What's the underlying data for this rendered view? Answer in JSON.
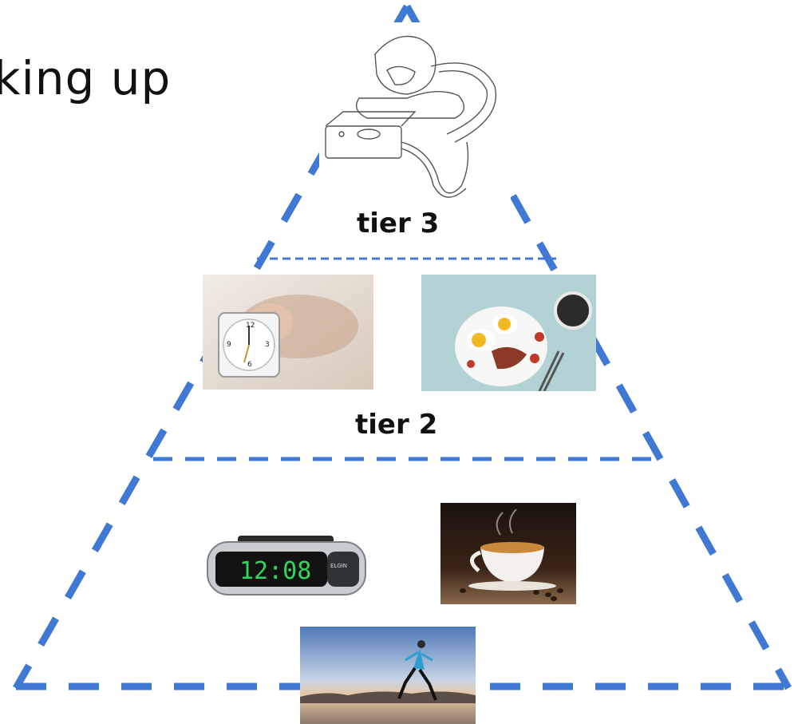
{
  "title": "king up",
  "tiers": {
    "tier3_label": "tier 3",
    "tier2_label": "tier 2"
  },
  "images": {
    "cpap": {
      "icon": "cpap-machine-icon"
    },
    "snooze": {
      "icon": "analog-alarm-clock-icon"
    },
    "breakfast": {
      "icon": "breakfast-plate-icon"
    },
    "digital_clock": {
      "icon": "digital-clock-icon",
      "time": "12:08",
      "brand": "ELGIN"
    },
    "coffee": {
      "icon": "coffee-cup-icon"
    },
    "runner": {
      "icon": "runner-icon"
    }
  },
  "colors": {
    "pyramid": "#3f79d4"
  }
}
